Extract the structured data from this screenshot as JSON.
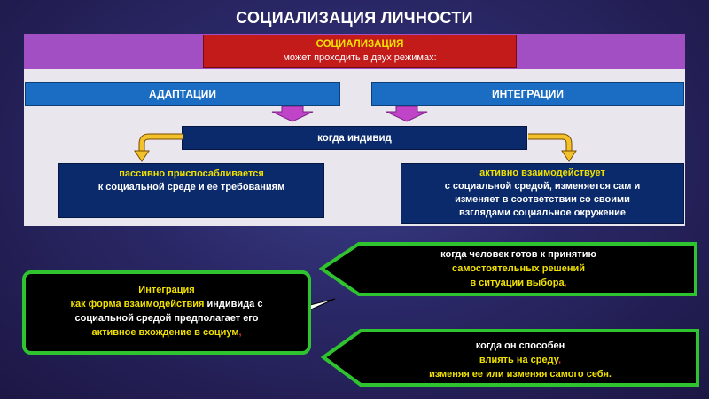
{
  "title": "СОЦИАЛИЗАЦИЯ ЛИЧНОСТИ",
  "top_box": {
    "line1": "СОЦИАЛИЗАЦИЯ",
    "line2": "может проходить в двух режимах:"
  },
  "modes": {
    "left": "АДАПТАЦИИ",
    "right": "ИНТЕГРАЦИИ"
  },
  "middle": "когда индивид",
  "left_box": {
    "line1": "пассивно приспосабливается",
    "line2": "к социальной среде и ее требованиям"
  },
  "right_box": {
    "line1": "активно взаимодействует",
    "line2": "с социальной средой, изменяется сам и",
    "line3": "изменяет в соответствии со своими",
    "line4": "взглядами социальное окружение"
  },
  "integration_box": {
    "line1": "Интеграция",
    "line2a": "как форма взаимодействия",
    "line2b": " индивида с",
    "line3": "социальной средой предполагает его",
    "line4": "активное вхождение в социум",
    "line4_end": ","
  },
  "callout_top": {
    "line1": "когда человек готов к принятию",
    "line2": "самостоятельных решений",
    "line3": "в ситуации выбора",
    "line3_end": ","
  },
  "callout_bottom": {
    "line1": "когда он способен",
    "line2": "влиять на среду",
    "line2_end": ",",
    "line3": "изменяя ее или изменяя самого себя."
  },
  "colors": {
    "accent_green": "#2fc42f",
    "red": "#c31a1a",
    "blue": "#1b6dc4",
    "navy": "#0a2a6b",
    "purple": "#a14fc2",
    "yellow_text": "#f0e000"
  }
}
